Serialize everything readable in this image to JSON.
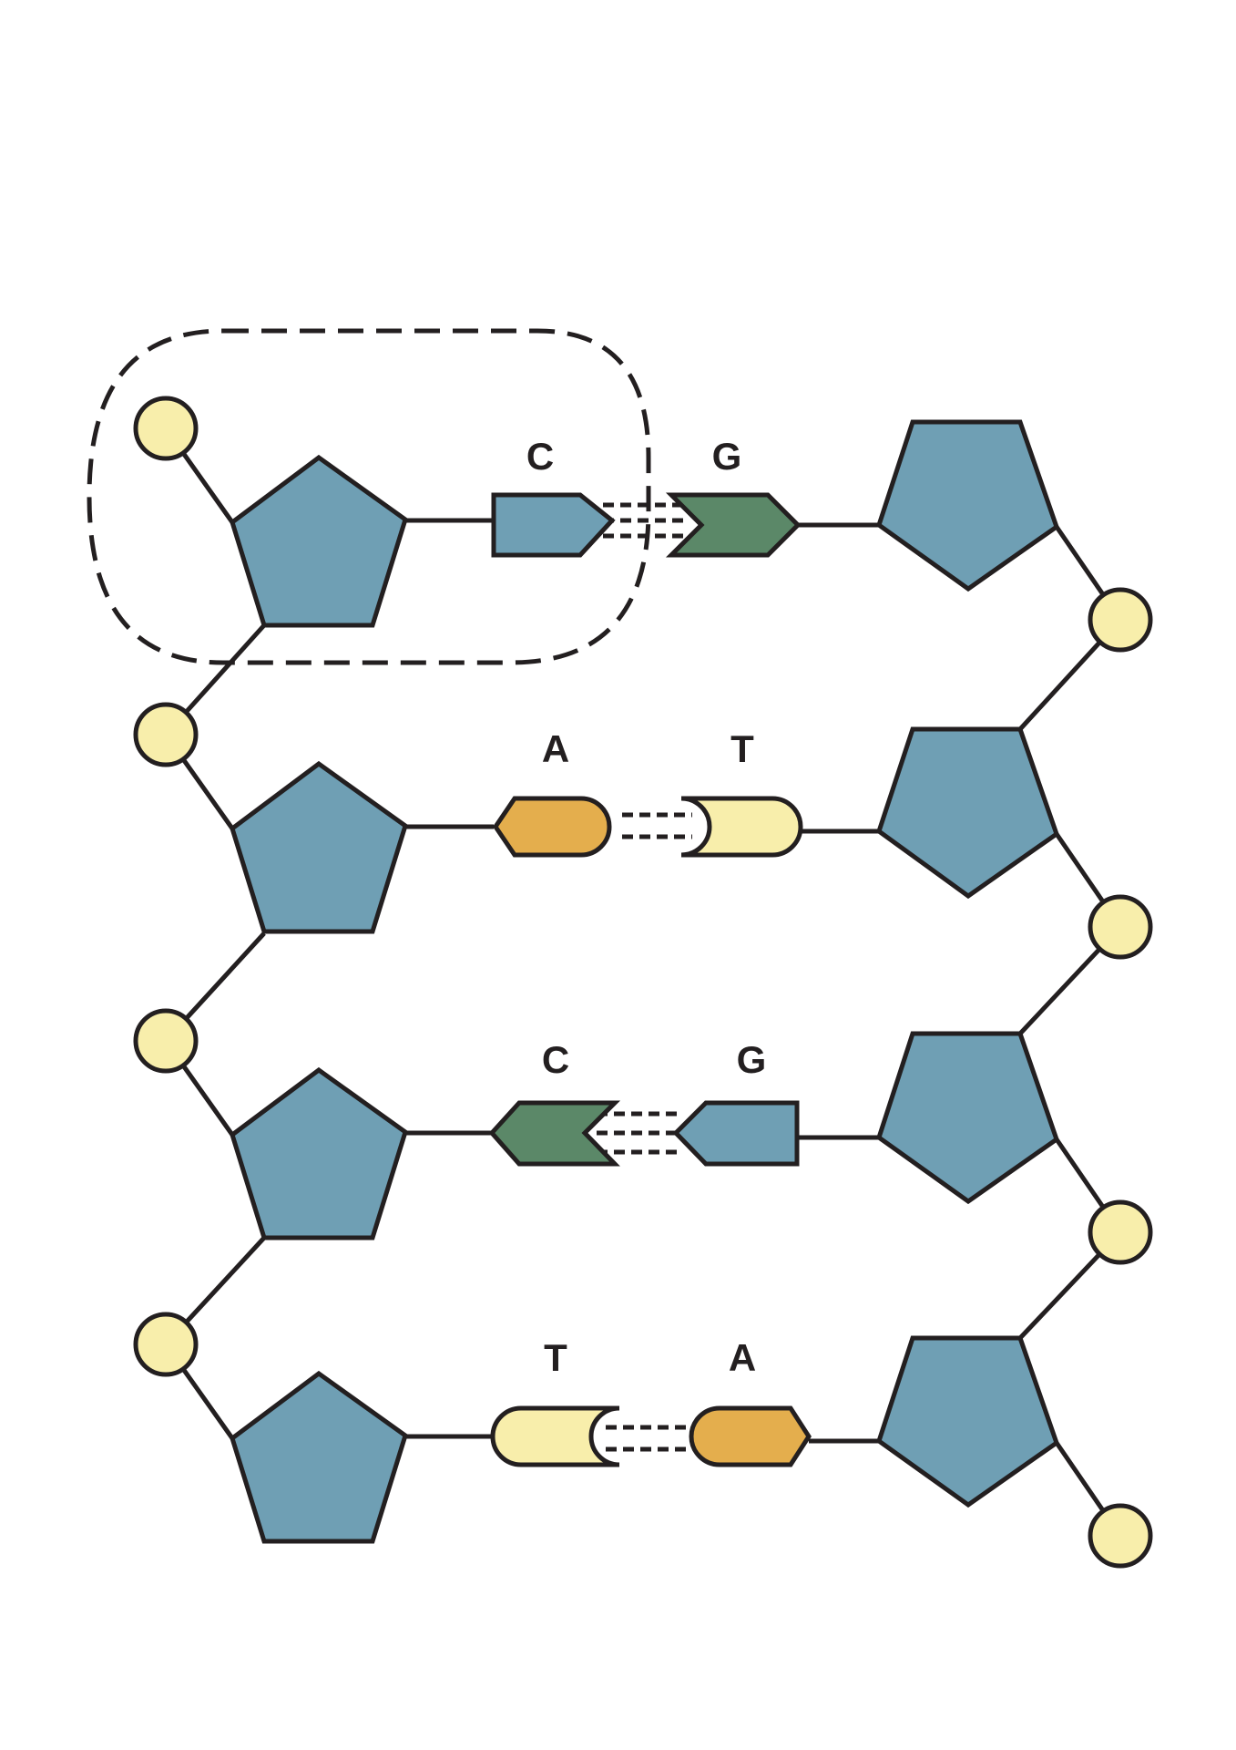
{
  "colors": {
    "stroke": "#231f20",
    "sugar": "#6f9fb4",
    "phosphate": "#f8eeab",
    "cytosine": "#6f9fb4",
    "guanine": "#5b8868",
    "adenine": "#e4ae4d",
    "thymine": "#f8eeab"
  },
  "base_pairs": [
    {
      "left": "C",
      "right": "G"
    },
    {
      "left": "A",
      "right": "T"
    },
    {
      "left": "C",
      "right": "G"
    },
    {
      "left": "T",
      "right": "A"
    }
  ],
  "highlight": "nucleotide-outline"
}
